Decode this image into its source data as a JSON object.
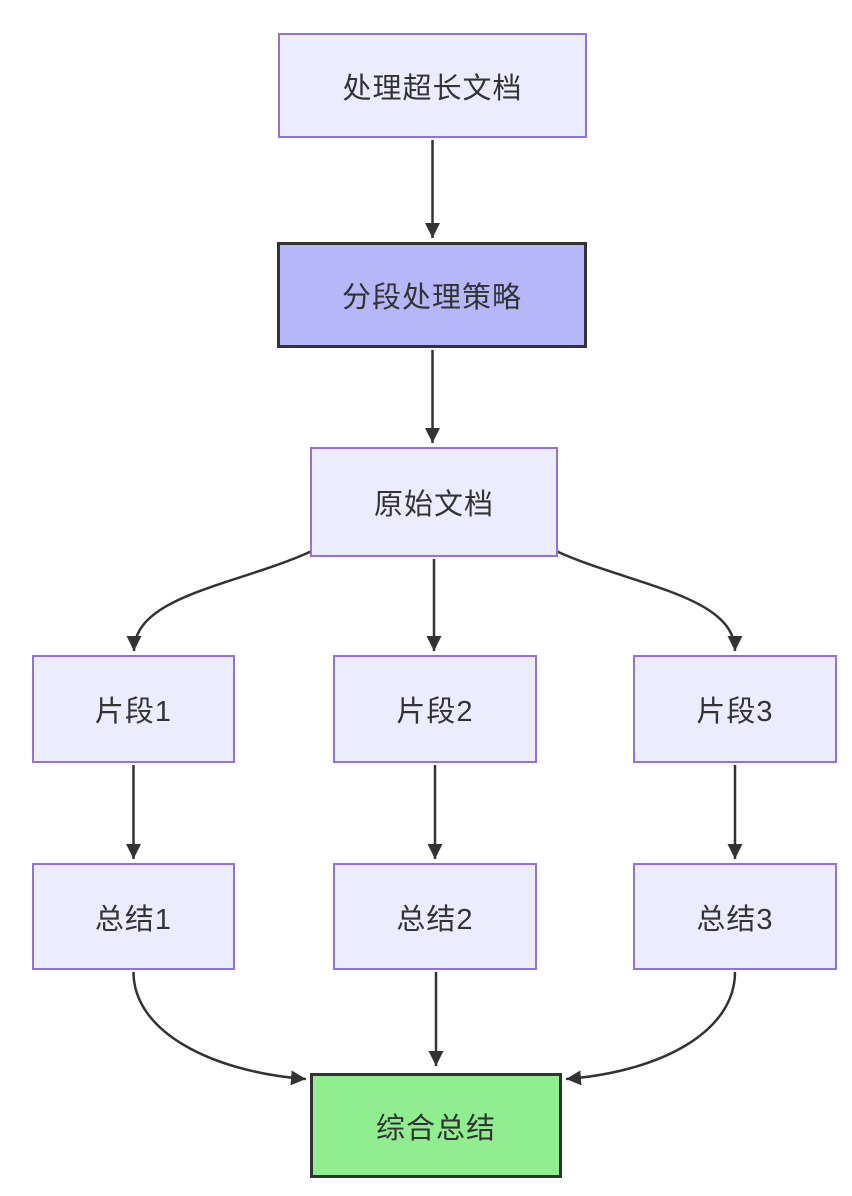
{
  "diagram": {
    "type": "flowchart",
    "direction": "top-down",
    "background": "#ffffff",
    "colors": {
      "node_fill": "#ECECFF",
      "node_border": "#9370DB",
      "highlight_fill": "#B5B7F8",
      "highlight_border": "#333333",
      "success_fill": "#90EE90",
      "success_border": "#333333",
      "edge_color": "#333333",
      "text_color": "#333333"
    },
    "nodes": [
      {
        "id": "A",
        "label": "处理超长文档",
        "style": "default"
      },
      {
        "id": "B",
        "label": "分段处理策略",
        "style": "highlight"
      },
      {
        "id": "C",
        "label": "原始文档",
        "style": "default"
      },
      {
        "id": "D",
        "label": "片段1",
        "style": "default"
      },
      {
        "id": "E",
        "label": "片段2",
        "style": "default"
      },
      {
        "id": "F",
        "label": "片段3",
        "style": "default"
      },
      {
        "id": "G",
        "label": "总结1",
        "style": "default"
      },
      {
        "id": "H",
        "label": "总结2",
        "style": "default"
      },
      {
        "id": "I",
        "label": "总结3",
        "style": "default"
      },
      {
        "id": "J",
        "label": "综合总结",
        "style": "success"
      }
    ],
    "edges": [
      {
        "from": "处理超长文档",
        "to": "分段处理策略"
      },
      {
        "from": "分段处理策略",
        "to": "原始文档"
      },
      {
        "from": "原始文档",
        "to": "片段1"
      },
      {
        "from": "原始文档",
        "to": "片段2"
      },
      {
        "from": "原始文档",
        "to": "片段3"
      },
      {
        "from": "片段1",
        "to": "总结1"
      },
      {
        "from": "片段2",
        "to": "总结2"
      },
      {
        "from": "片段3",
        "to": "总结3"
      },
      {
        "from": "总结1",
        "to": "综合总结"
      },
      {
        "from": "总结2",
        "to": "综合总结"
      },
      {
        "from": "总结3",
        "to": "综合总结"
      }
    ]
  }
}
